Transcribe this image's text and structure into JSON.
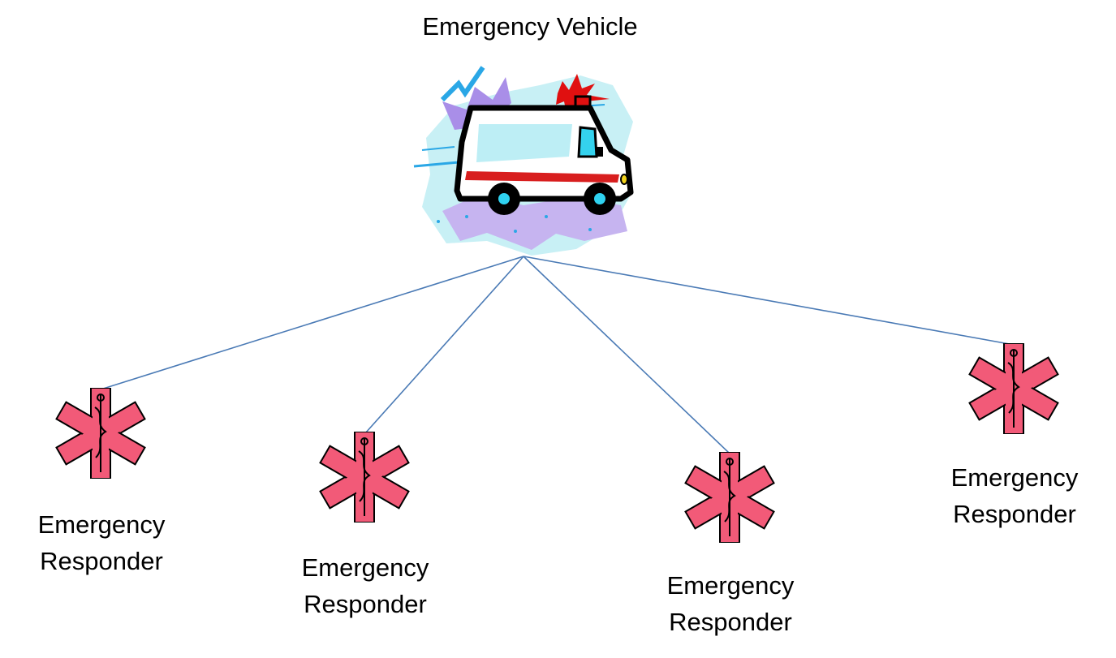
{
  "vehicle": {
    "title": "Emergency Vehicle",
    "icon": "ambulance-icon"
  },
  "responders": [
    {
      "line1": "Emergency",
      "line2": "Responder",
      "icon": "star-of-life-icon"
    },
    {
      "line1": "Emergency",
      "line2": "Responder",
      "icon": "star-of-life-icon"
    },
    {
      "line1": "Emergency",
      "line2": "Responder",
      "icon": "star-of-life-icon"
    },
    {
      "line1": "Emergency",
      "line2": "Responder",
      "icon": "star-of-life-icon"
    }
  ],
  "colors": {
    "connector": "#4a7ab5",
    "star_fill": "#f25a78",
    "ambulance_stripe": "#d81e1e",
    "siren_flash": "#e01010",
    "wheel_hub": "#2fd2f0"
  }
}
